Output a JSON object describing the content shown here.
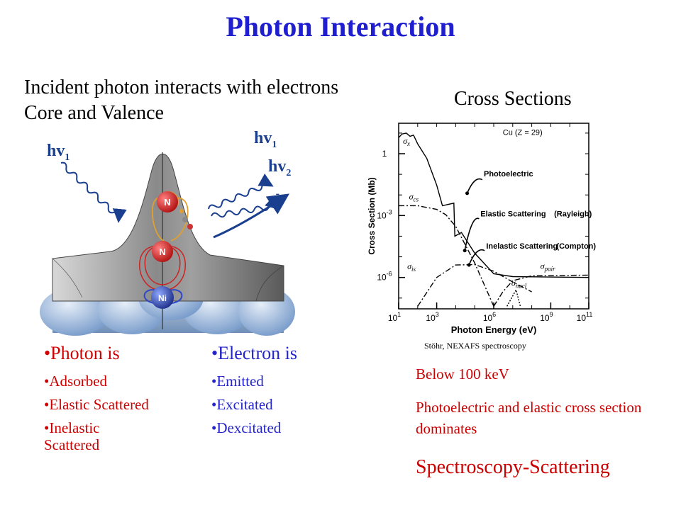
{
  "title": "Photon Interaction",
  "intro": {
    "line1": "Incident photon interacts with electrons",
    "line2": "Core and Valence"
  },
  "cross_sections_heading": "Cross Sections",
  "illustration": {
    "hv_incident": "hv",
    "sub_incident": "1",
    "hv_out1": "hv",
    "sub_out1": "1",
    "hv_out2": "hv",
    "sub_out2": "2",
    "electron": "e",
    "electron_sup": "-",
    "atom_n_label": "N",
    "atom_ni_label": "Ni",
    "colors": {
      "arrow": "#1a3f8f",
      "atom_n": "#cc1f1f",
      "atom_ni": "#2f47a8",
      "orbital": "#e0a030"
    }
  },
  "chart_data": {
    "type": "line",
    "title": "",
    "xlabel": "Photon Energy (eV)",
    "ylabel": "Cross Section (Mb)",
    "x_scale": "log",
    "y_scale": "log",
    "xlim": [
      10,
      100000000000
    ],
    "ylim": [
      3e-08,
      30
    ],
    "xticks": [
      {
        "label": "10",
        "sup": "1"
      },
      {
        "label": "10",
        "sup": "3"
      },
      {
        "label": "10",
        "sup": "6"
      },
      {
        "label": "10",
        "sup": "9"
      },
      {
        "label": "10",
        "sup": "11"
      }
    ],
    "yticks": [
      {
        "label": "1",
        "sup": ""
      },
      {
        "label": "10",
        "sup": "-3"
      },
      {
        "label": "10",
        "sup": "-6"
      }
    ],
    "inset_label": "Cu (Z = 29)",
    "annotations": {
      "photoelectric": "Photoelectric",
      "elastic": "Elastic  Scattering",
      "rayleigh": "(Rayleigh)",
      "inelastic": "Inelastic  Scattering",
      "compton": "(Compton)"
    },
    "series": [
      {
        "name": "σx",
        "style": "solid",
        "points": [
          [
            10,
            6
          ],
          [
            15,
            9
          ],
          [
            25,
            10
          ],
          [
            40,
            7
          ],
          [
            60,
            8
          ],
          [
            100,
            3
          ],
          [
            300,
            0.6
          ],
          [
            1000,
            0.03
          ],
          [
            2000,
            0.003
          ],
          [
            8000,
            0.004
          ],
          [
            9000,
            0.0001
          ],
          [
            20000,
            0.00015
          ],
          [
            100000,
            1.5e-05
          ],
          [
            1000000,
            1.5e-06
          ],
          [
            10000000,
            1.1e-06
          ],
          [
            100000000000,
            1e-06
          ]
        ]
      },
      {
        "name": "σcs",
        "style": "dash-dot",
        "points": [
          [
            10,
            0.003
          ],
          [
            100,
            0.003
          ],
          [
            1000,
            0.002
          ],
          [
            3000,
            0.0011
          ],
          [
            10000,
            0.0003
          ],
          [
            100000,
            5e-06
          ],
          [
            1000000,
            4e-08
          ]
        ]
      },
      {
        "name": "σis",
        "style": "dash-dot",
        "points": [
          [
            100,
            4e-08
          ],
          [
            1000,
            1e-06
          ],
          [
            10000,
            4e-06
          ],
          [
            100000,
            4.2e-06
          ],
          [
            1000000,
            2e-06
          ],
          [
            10000000,
            6e-07
          ],
          [
            100000000,
            2e-07
          ]
        ]
      },
      {
        "name": "σpair",
        "style": "dash-dot",
        "points": [
          [
            1000000,
            4e-08
          ],
          [
            3000000,
            2e-07
          ],
          [
            10000000,
            7e-07
          ],
          [
            100000000,
            1.2e-06
          ],
          [
            100000000000,
            1.3e-06
          ]
        ]
      },
      {
        "name": "σnucl",
        "style": "dotted",
        "points": [
          [
            5000000,
            4e-08
          ],
          [
            15000000,
            2.5e-07
          ],
          [
            25000000,
            4e-08
          ]
        ]
      }
    ]
  },
  "caption": "Stöhr, NEXAFS spectroscopy",
  "photon": {
    "heading": "Photon is",
    "items": [
      "Adsorbed",
      "Elastic Scattered",
      "Inelastic Scattered"
    ]
  },
  "electron_col": {
    "heading": "Electron is",
    "items": [
      "Emitted",
      "Excitated",
      "Dexcitated"
    ]
  },
  "below": "Below 100 keV",
  "photoelectric_text": "Photoelectric and elastic cross section dominates",
  "spectroscopy": "Spectroscopy-Scattering"
}
